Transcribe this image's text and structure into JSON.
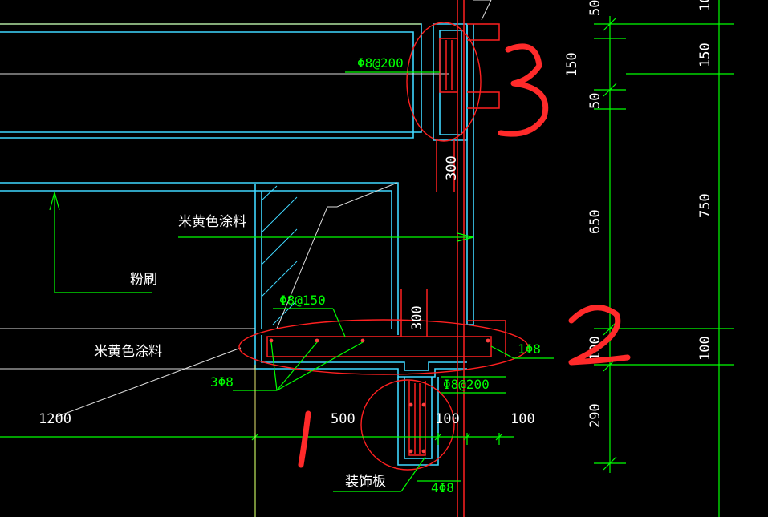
{
  "annotations": {
    "paint_upper": "米黄色涂料",
    "paint_lower": "米黄色涂料",
    "plaster": "粉刷",
    "decor_board": "装饰板"
  },
  "rebar": {
    "top_stirrup": "Φ8@200",
    "slab_stirrup": "Φ8@150",
    "hang_stirrup": "Φ8@200",
    "slab_bars": "3Φ8",
    "edge_bar": "1Φ8",
    "hang_bars": "4Φ8"
  },
  "dims": {
    "beam_top": "300",
    "beam_mid": "300",
    "w1200": "1200",
    "w500": "500",
    "w100a": "100",
    "w100b": "100",
    "v50_top": "50",
    "v150_a": "150",
    "v50_mid": "50",
    "v650": "650",
    "v100": "100",
    "v290": "290",
    "r10": "10",
    "r150": "150",
    "r750": "750",
    "r100": "100"
  },
  "markers": [
    "1",
    "2",
    "3"
  ],
  "colors": {
    "background": "#000000",
    "cyan": "#3fd7ff",
    "green": "#00ff00",
    "red": "#ff2020",
    "white": "#ffffff",
    "yellow": "#e8e870"
  }
}
